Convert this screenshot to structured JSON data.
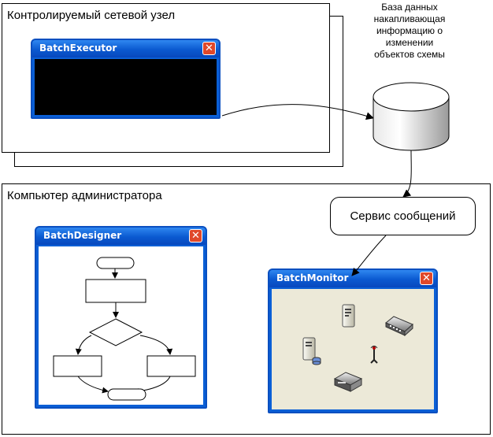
{
  "network_node": {
    "title": "Контролируемый сетевой узел"
  },
  "batch_executor": {
    "title": "BatchExecutor",
    "close": "✕"
  },
  "database": {
    "label_lines": [
      "База данных",
      "накапливающая",
      "информацию о",
      "изменении",
      "объектов схемы"
    ]
  },
  "admin_computer": {
    "title": "Компьютер администратора"
  },
  "message_service": {
    "label": "Сервис сообщений"
  },
  "batch_designer": {
    "title": "BatchDesigner",
    "close": "✕"
  },
  "batch_monitor": {
    "title": "BatchMonitor",
    "close": "✕",
    "icons": [
      "server-icon",
      "network-switch-icon",
      "database-server-icon",
      "antenna-icon",
      "router-icon"
    ]
  },
  "colors": {
    "window_blue": "#0a5fd6",
    "close_red": "#e0482a",
    "monitor_bg": "#ece9d8",
    "console_bg": "#000000"
  }
}
